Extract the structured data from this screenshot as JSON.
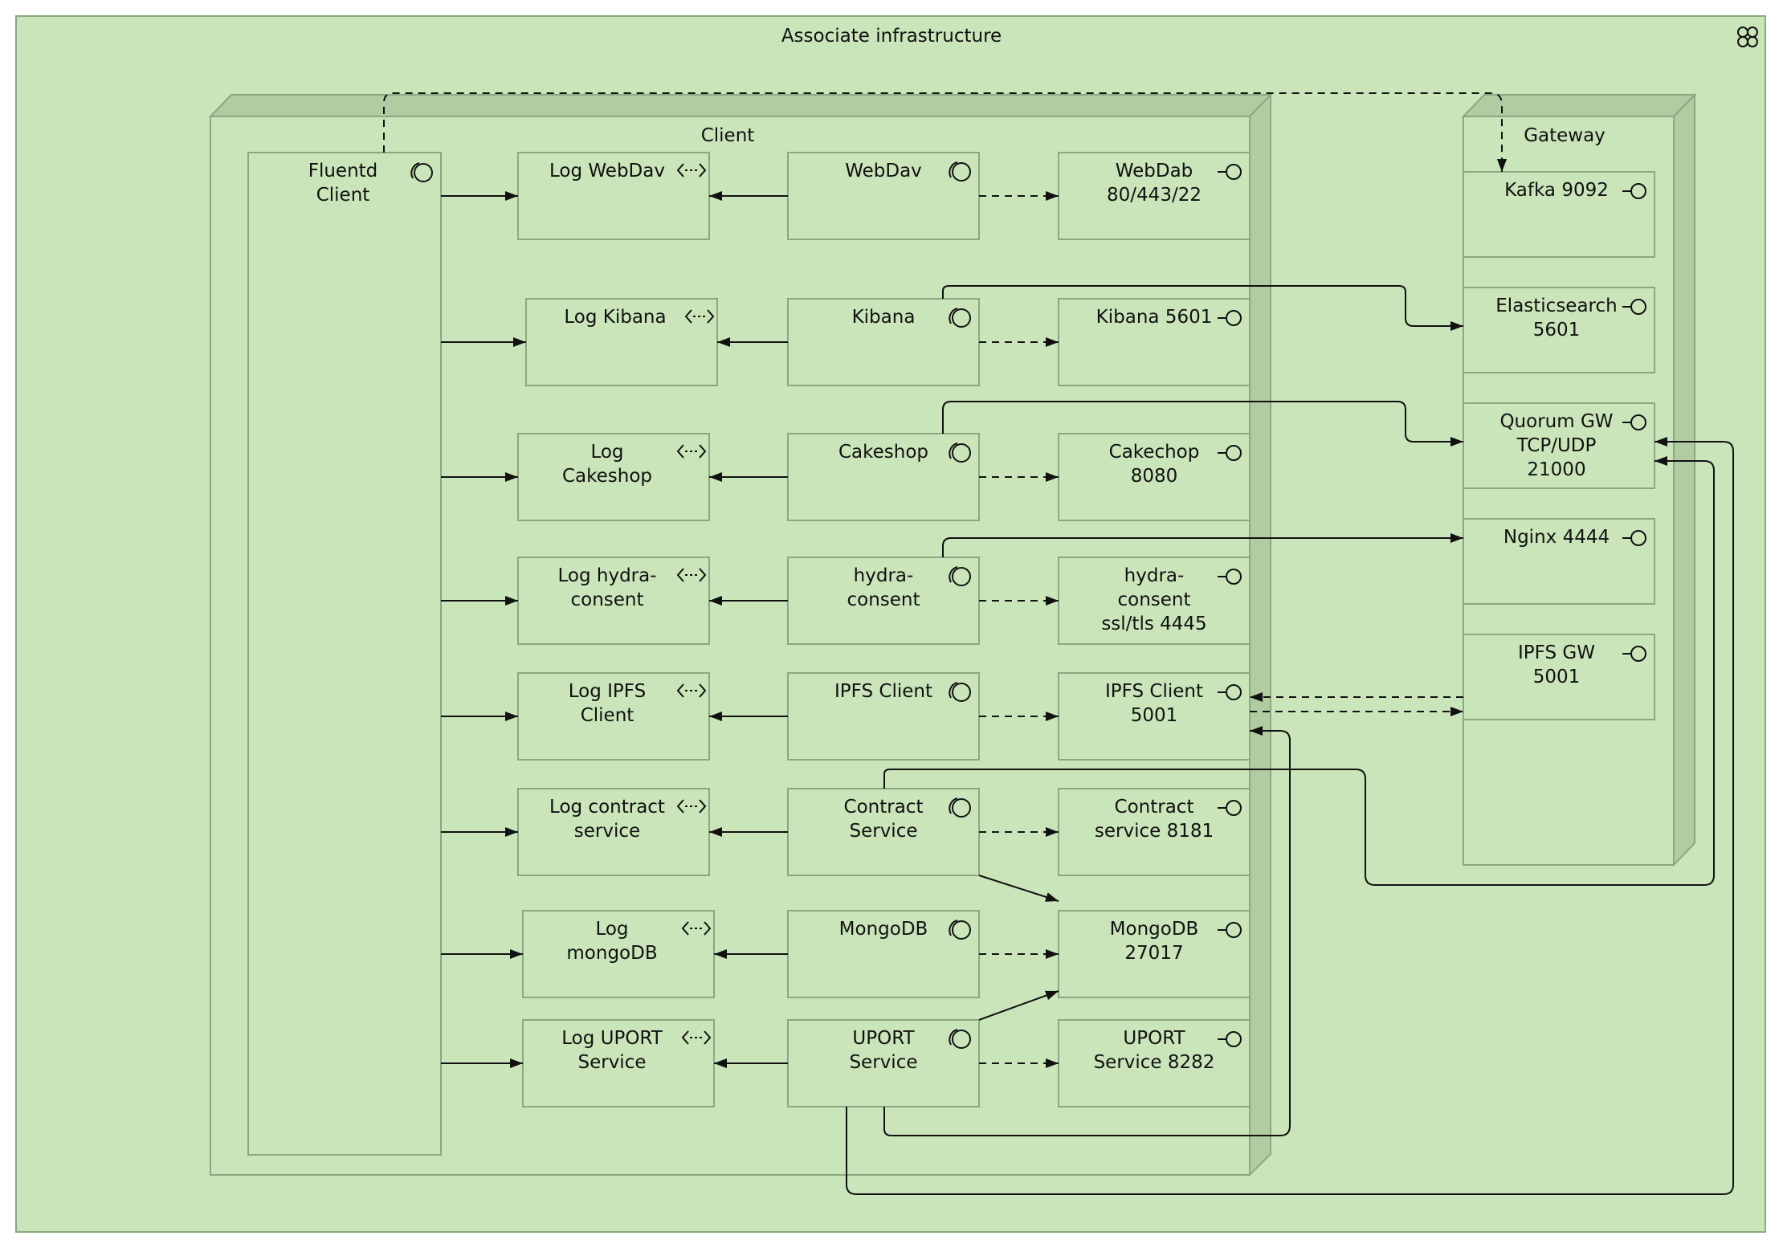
{
  "colors": {
    "fill": "#c9e5b9",
    "depth": "#b2cca2",
    "border": "#8aa882",
    "line": "#111111"
  },
  "diagram": {
    "title": "Associate infrastructure",
    "client_title": "Client",
    "gateway_title": "Gateway",
    "fluentd": "Fluentd\nClient",
    "logs": {
      "webdav": "Log WebDav",
      "kibana": "Log Kibana",
      "cakeshop": "Log\nCakeshop",
      "hydra": "Log hydra-\nconsent",
      "ipfs": "Log IPFS\nClient",
      "contract": "Log contract\nservice",
      "mongodb": "Log\nmongoDB",
      "uport": "Log UPORT\nService"
    },
    "services": {
      "webdav": "WebDav",
      "kibana": "Kibana",
      "cakeshop": "Cakeshop",
      "hydra": "hydra-\nconsent",
      "ipfs": "IPFS Client",
      "contract": "Contract\nService",
      "mongodb": "MongoDB",
      "uport": "UPORT\nService"
    },
    "ports": {
      "webdav": "WebDab\n80/443/22",
      "kibana": "Kibana 5601",
      "cakeshop": "Cakechop\n8080",
      "hydra": "hydra-\nconsent\nssl/tls 4445",
      "ipfs": "IPFS Client\n5001",
      "contract": "Contract\nservice 8181",
      "mongodb": "MongoDB\n27017",
      "uport": "UPORT\nService 8282"
    },
    "gateways": {
      "kafka": "Kafka 9092",
      "elasticsearch": "Elasticsearch\n5601",
      "quorum": "Quorum GW\nTCP/UDP\n21000",
      "nginx": "Nginx 4444",
      "ipfs": "IPFS GW\n5001"
    }
  }
}
